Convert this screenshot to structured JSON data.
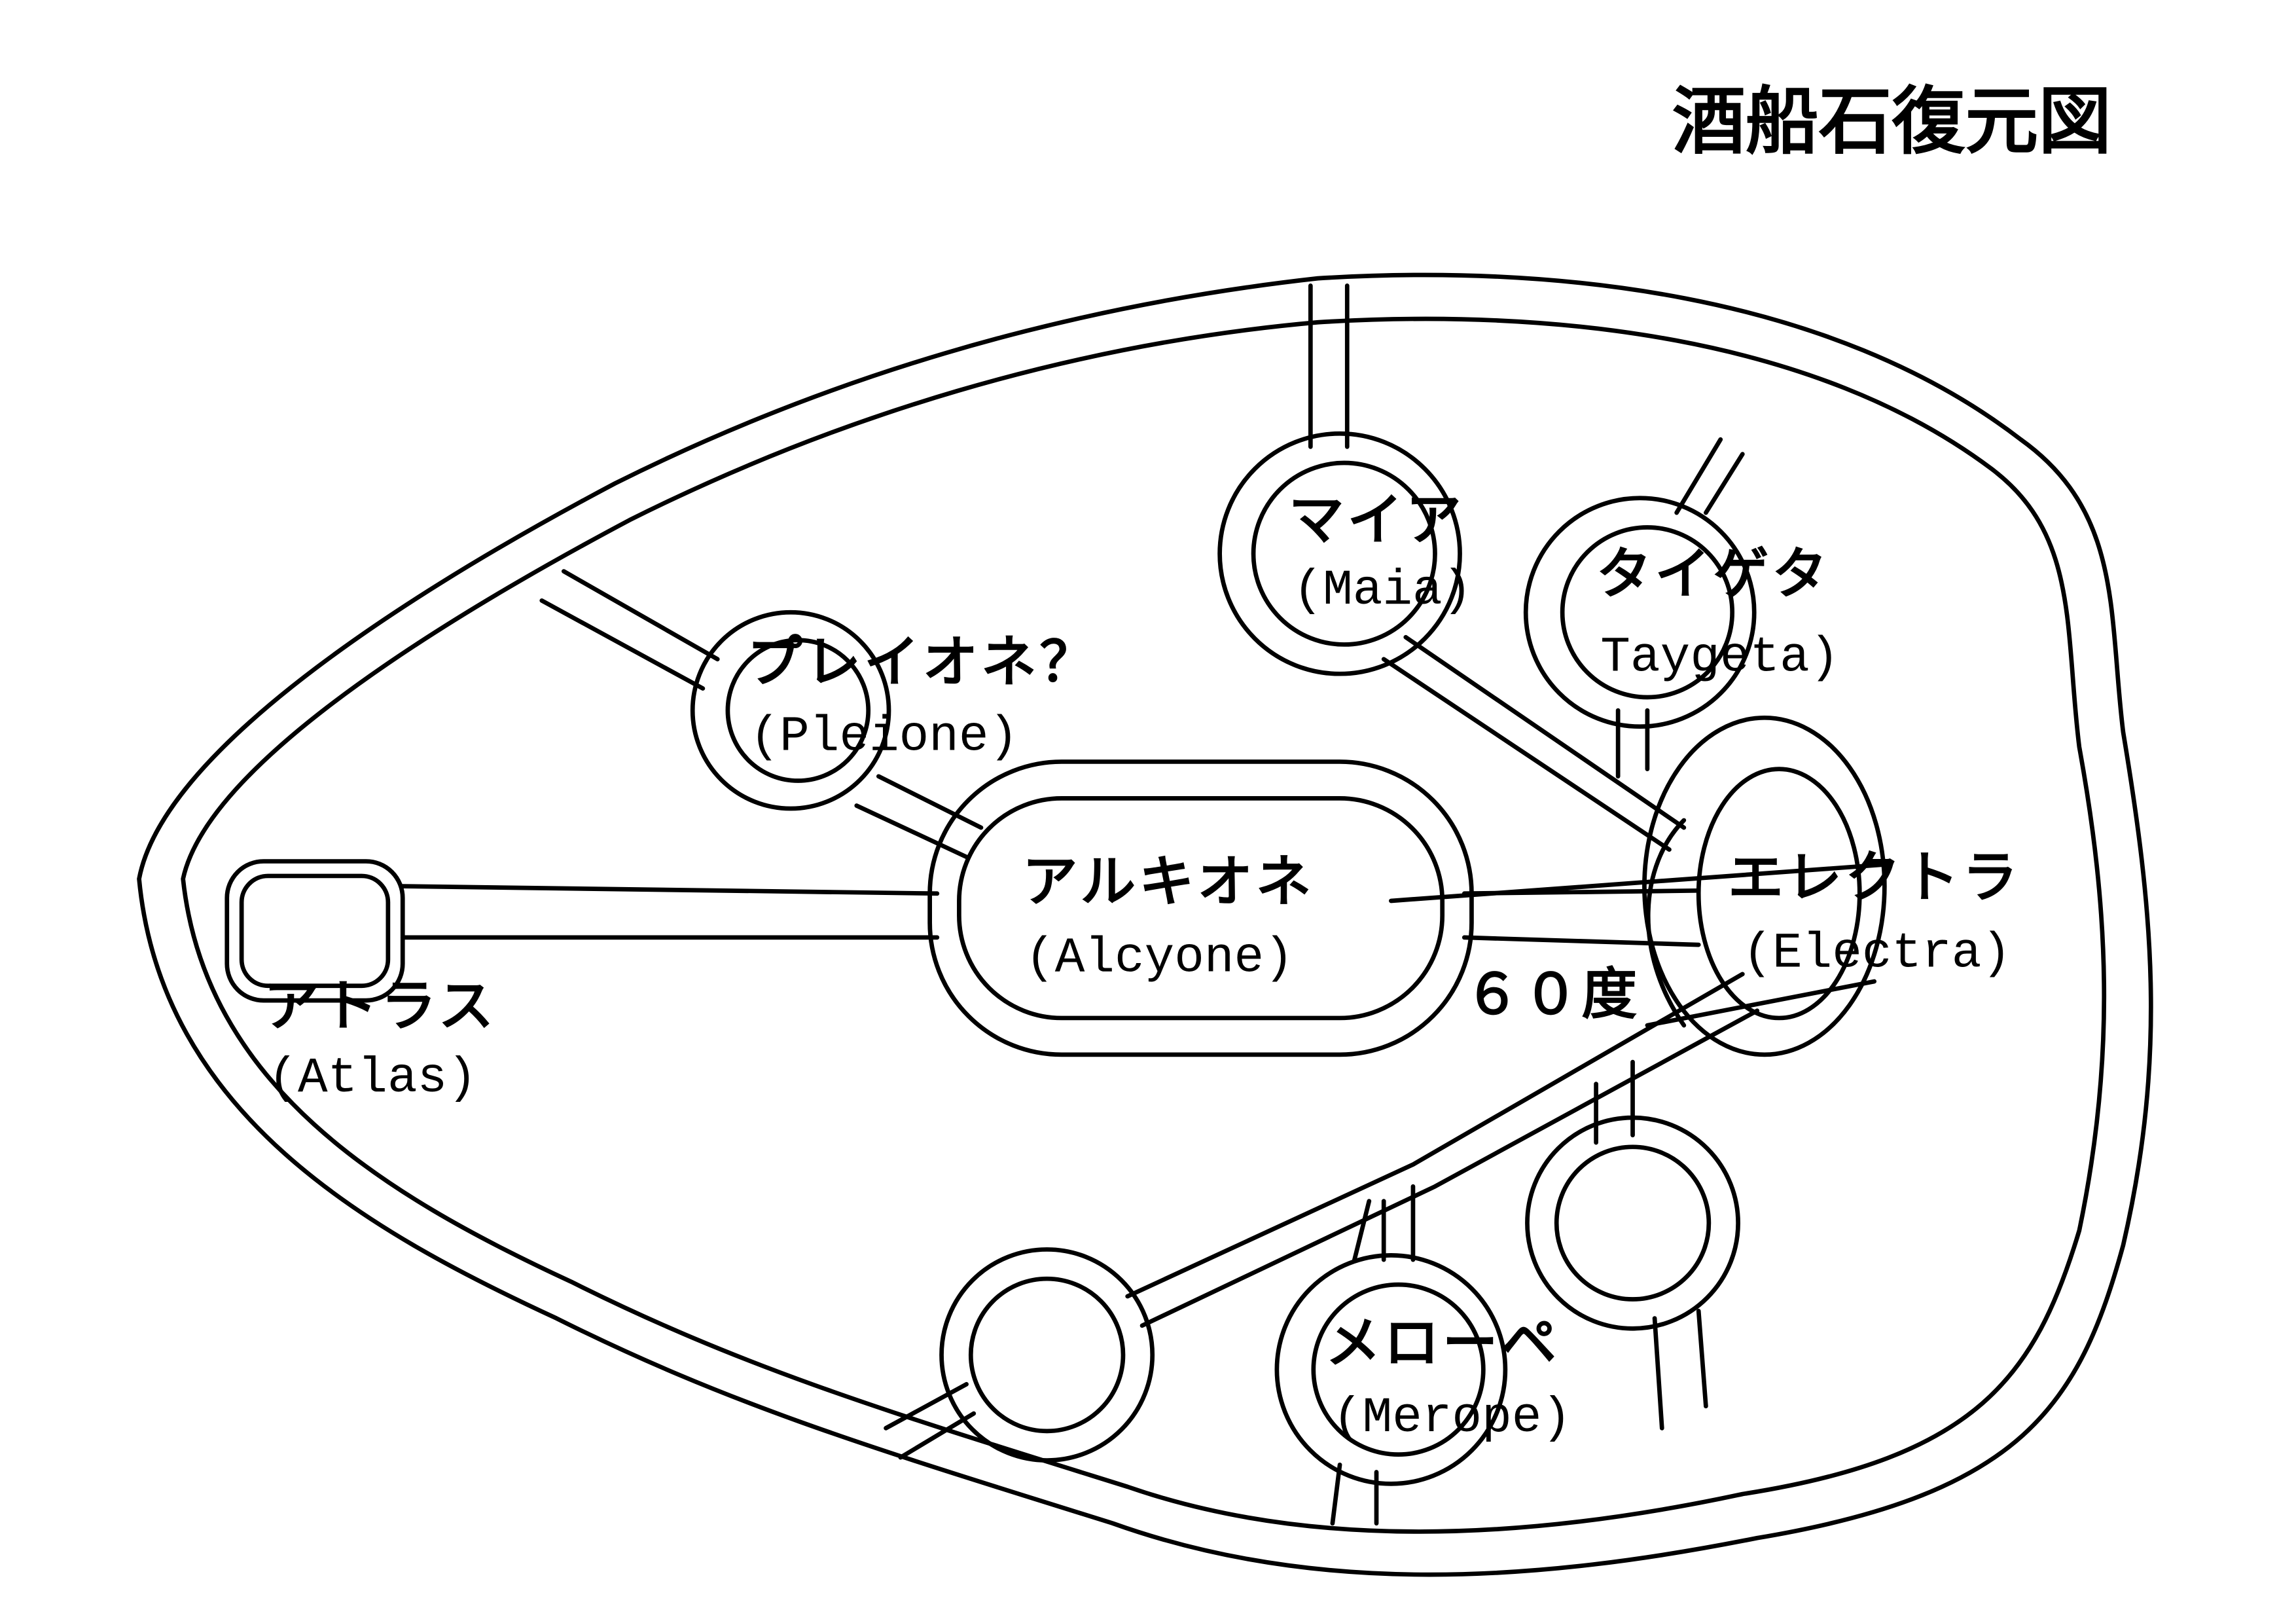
{
  "title": "酒船石復元図",
  "angle_label": "６０度",
  "pools": {
    "atlas": {
      "jp": "アトラス",
      "en": "(Atlas)"
    },
    "alcyone": {
      "jp": "アルキオネ",
      "en": "(Alcyone)"
    },
    "pleione": {
      "jp": "プレイオネ？",
      "en": "(Pleione)"
    },
    "maia": {
      "jp": "マイア",
      "en": "(Maia)"
    },
    "taygeta": {
      "jp": "タイゲタ",
      "en": "Taygeta)"
    },
    "electra": {
      "jp": "エレクトラ",
      "en": "(Electra)"
    },
    "merope": {
      "jp": "メローペ",
      "en": "(Merope)"
    }
  }
}
